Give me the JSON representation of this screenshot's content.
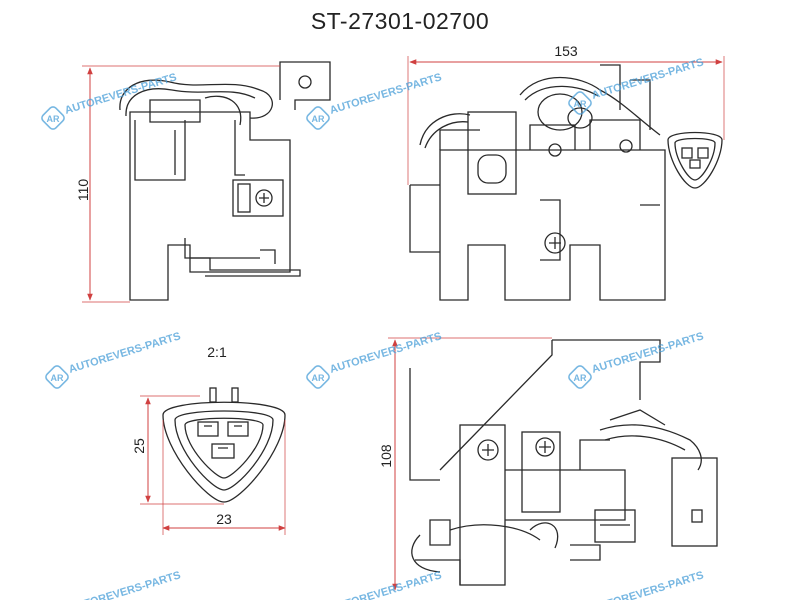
{
  "header": {
    "part_number": "ST-27301-02700"
  },
  "dimensions": {
    "top_left_height": "110",
    "top_right_width": "153",
    "connector_scale": "2:1",
    "connector_height": "25",
    "connector_width": "23",
    "bottom_right_height": "108"
  },
  "watermark": {
    "text": "AUTOREVERS-PARTS",
    "logo_letters": "AR"
  },
  "colors": {
    "line": "#2a2a2a",
    "dimension": "#d04040",
    "watermark": "#4a9fd8"
  }
}
